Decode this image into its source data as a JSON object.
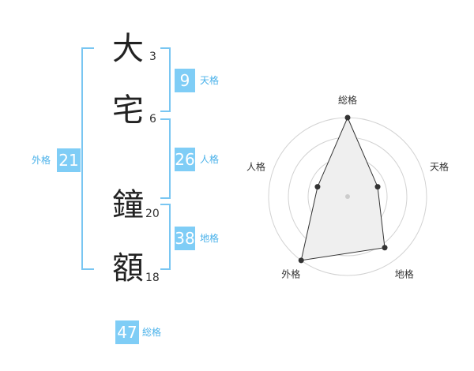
{
  "name": {
    "characters": [
      {
        "char": "大",
        "strokes": "3"
      },
      {
        "char": "宅",
        "strokes": "6"
      },
      {
        "char": "鐘",
        "strokes": "20"
      },
      {
        "char": "額",
        "strokes": "18"
      }
    ]
  },
  "fortune": {
    "tenkaku": {
      "value": "9",
      "label": "天格"
    },
    "jinkaku": {
      "value": "26",
      "label": "人格"
    },
    "chikaku": {
      "value": "38",
      "label": "地格"
    },
    "gaikaku": {
      "value": "21",
      "label": "外格"
    },
    "soukaku": {
      "value": "47",
      "label": "総格"
    }
  },
  "radar": {
    "axes": [
      "総格",
      "天格",
      "地格",
      "外格",
      "人格"
    ],
    "levels": [
      5,
      2,
      4,
      5,
      2
    ],
    "max": 5,
    "rings": 4
  }
}
